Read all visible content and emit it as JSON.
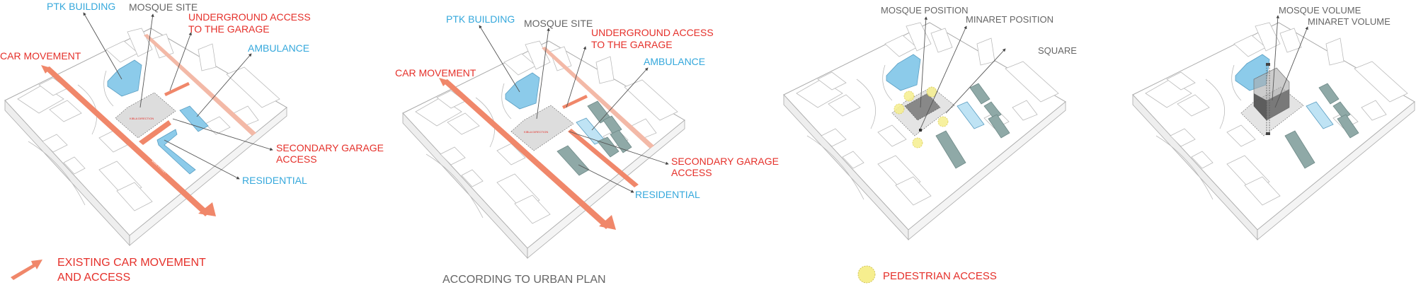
{
  "colors": {
    "red_label": "#e5302a",
    "blue_label": "#35a8dc",
    "grey_label": "#666666",
    "car_arrow": "#f0876a",
    "existing_building": "#8ccbea",
    "planned_building": "#8fa9a7",
    "pedestrian_access": "#f6ee8e"
  },
  "panels": [
    {
      "id": "existing",
      "labels": {
        "ptk_building": "PTK BUILDING",
        "mosque_site": "MOSQUE SITE",
        "underground_access_line1": "UNDERGROUND ACCESS",
        "underground_access_line2": "TO THE GARAGE",
        "ambulance": "AMBULANCE",
        "car_movement": "CAR MOVEMENT",
        "secondary_garage_line1": "SECONDARY GARAGE",
        "secondary_garage_line2": "ACCESS",
        "residential": "RESIDENTIAL",
        "kibla_direction": "KIBLA DIRECTION",
        "main_street": "MAIN STREET"
      },
      "legend": {
        "icon": "arrow-icon",
        "line1": "EXISTING CAR MOVEMENT",
        "line2": "AND ACCESS"
      }
    },
    {
      "id": "urban-plan",
      "labels": {
        "ptk_building": "PTK BUILDING",
        "mosque_site": "MOSQUE SITE",
        "underground_access_line1": "UNDERGROUND ACCESS",
        "underground_access_line2": "TO THE GARAGE",
        "ambulance": "AMBULANCE",
        "car_movement": "CAR MOVEMENT",
        "secondary_garage_line1": "SECONDARY GARAGE",
        "secondary_garage_line2": "ACCESS",
        "residential": "RESIDENTIAL",
        "kibla_direction": "KIBLA DIRECTION"
      },
      "caption": "ACCORDING TO URBAN PLAN"
    },
    {
      "id": "positions",
      "labels": {
        "mosque_position": "MOSQUE POSITION",
        "minaret_position": "MINARET POSITION",
        "square": "SQUARE"
      },
      "legend": {
        "icon": "pedestrian-circle-icon",
        "text": "PEDESTRIAN ACCESS"
      }
    },
    {
      "id": "volumes",
      "labels": {
        "mosque_volume": "MOSQUE VOLUME",
        "minaret_volume": "MINARET VOLUME"
      }
    }
  ]
}
